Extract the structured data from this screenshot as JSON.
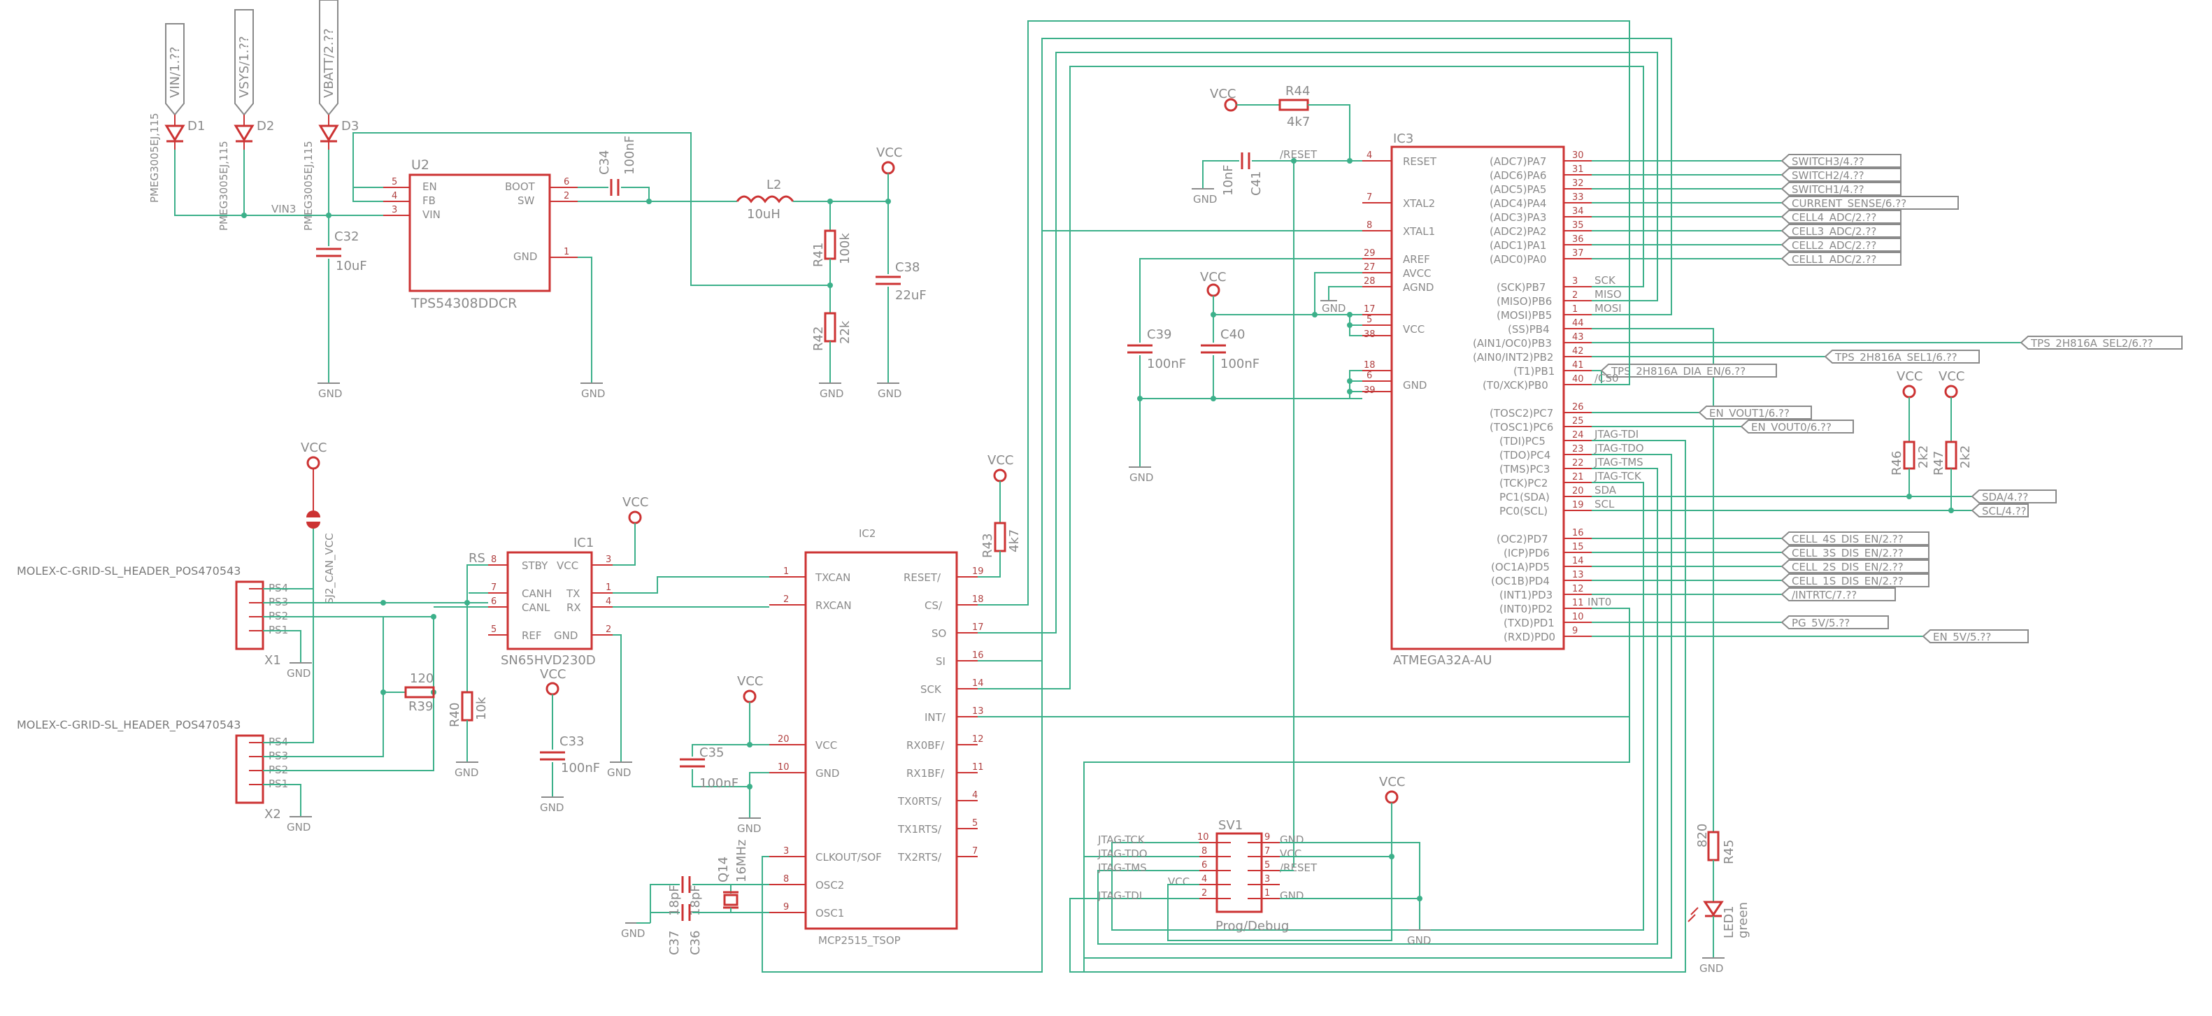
{
  "colors": {
    "wire": "#3cb08a",
    "symbol": "#cc3333",
    "text": "#8a8a8a",
    "background": "#ffffff"
  },
  "labels": {
    "vin": "VIN/1.??",
    "vsys": "VSYS/1.??",
    "vbatt": "VBATT/2.??",
    "vin3": "VIN3",
    "d1": "D1",
    "d2": "D2",
    "d3": "D3",
    "diode_part": "PMEG3005EJ,115",
    "u2": "U2",
    "u2_part": "TPS54308DDCR",
    "u2_en": "EN",
    "u2_fb": "FB",
    "u2_vin": "VIN",
    "u2_boot": "BOOT",
    "u2_sw": "SW",
    "u2_gnd": "GND",
    "p5": "5",
    "p4": "4",
    "p3": "3",
    "p6": "6",
    "p2": "2",
    "p1": "1",
    "c32": "C32",
    "c32v": "10uF",
    "c34": "C34",
    "c34v": "100nF",
    "l2": "L2",
    "l2v": "10uH",
    "r41": "R41",
    "r41v": "100k",
    "r42": "R42",
    "r42v": "22k",
    "c38": "C38",
    "c38v": "22uF",
    "vcc": "VCC",
    "gnd": "GND",
    "ic3": "IC3",
    "ic3_part": "ATMEGA32A-AU",
    "reset": "RESET",
    "xtal2": "XTAL2",
    "xtal1": "XTAL1",
    "aref": "AREF",
    "avcc": "AVCC",
    "agnd": "AGND",
    "r44": "R44",
    "r44v": "4k7",
    "c41": "C41",
    "c41v": "10nF",
    "reset_net": "/RESET",
    "c39": "C39",
    "c39v": "100nF",
    "c40": "C40",
    "c40v": "100nF",
    "pa7": "(ADC7)PA7",
    "pa6": "(ADC6)PA6",
    "pa5": "(ADC5)PA5",
    "pa4": "(ADC4)PA4",
    "pa3": "(ADC3)PA3",
    "pa2": "(ADC2)PA2",
    "pa1": "(ADC1)PA1",
    "pa0": "(ADC0)PA0",
    "pb7": "(SCK)PB7",
    "pb6": "(MISO)PB6",
    "pb5": "(MOSI)PB5",
    "pb4": "(SS)PB4",
    "pb3": "(AIN1/OC0)PB3",
    "pb2": "(AIN0/INT2)PB2",
    "pb1": "(T1)PB1",
    "pb0": "(T0/XCK)PB0",
    "pc7": "(TOSC2)PC7",
    "pc6": "(TOSC1)PC6",
    "pc5": "(TDI)PC5",
    "pc4": "(TDO)PC4",
    "pc3": "(TMS)PC3",
    "pc2": "(TCK)PC2",
    "pc1": "PC1(SDA)",
    "pc0": "PC0(SCL)",
    "pd7": "(OC2)PD7",
    "pd6": "(ICP)PD6",
    "pd5": "(OC1A)PD5",
    "pd4": "(OC1B)PD4",
    "pd3": "(INT1)PD3",
    "pd2": "(INT0)PD2",
    "pd1": "(TXD)PD1",
    "pd0": "(RXD)PD0",
    "switch3": "SWITCH3/4.??",
    "switch2": "SWITCH2/4.??",
    "switch1": "SWITCH1/4.??",
    "current_sense": "CURRENT_SENSE/6.??",
    "cell4": "CELL4_ADC/2.??",
    "cell3": "CELL3_ADC/2.??",
    "cell2": "CELL2_ADC/2.??",
    "cell1": "CELL1_ADC/2.??",
    "sck": "SCK",
    "miso": "MISO",
    "mosi": "MOSI",
    "tps_sel2": "TPS_2H816A_SEL2/6.??",
    "tps_sel1": "TPS_2H816A_SEL1/6.??",
    "tps_dia": "TPS_2H816A_DIA_EN/6.??",
    "cs0": "/CS0",
    "en_vout1": "EN_VOUT1/6.??",
    "en_vout0": "EN_VOUT0/6.??",
    "jtag_tdi": "JTAG-TDI",
    "jtag_tdo": "JTAG-TDO",
    "jtag_tms": "JTAG-TMS",
    "jtag_tck": "JTAG-TCK",
    "sda_net": "SDA",
    "scl_net": "SCL",
    "sda": "SDA/4.??",
    "scl": "SCL/4.??",
    "r46": "R46",
    "r46v": "2k2",
    "r47": "R47",
    "r47v": "2k2",
    "cell4s": "CELL_4S_DIS_EN/2.??",
    "cell3s": "CELL_3S_DIS_EN/2.??",
    "cell2s": "CELL_2S_DIS_EN/2.??",
    "cell1s": "CELL_1S_DIS_EN/2.??",
    "intrtc": "/INTRTC/7.??",
    "int0": "INT0",
    "pg5v": "PG_5V/5.??",
    "en5v": "EN_5V/5.??",
    "molex": "MOLEX-C-GRID-SL_HEADER_POS470543",
    "x1": "X1",
    "x2": "X2",
    "p_s4": "PS4",
    "p_s3": "PS3",
    "p_s2": "PS2",
    "p_s1": "PS1",
    "sj2": "SJ2_CAN_VCC",
    "ic1": "IC1",
    "ic1_part": "SN65HVD230D",
    "rs": "RS",
    "stby": "STBY",
    "ic1_vcc": "VCC",
    "canh": "CANH",
    "canl": "CANL",
    "tx": "TX",
    "rx": "RX",
    "ref": "REF",
    "r39": "R39",
    "r39v": "120",
    "r40": "R40",
    "r40v": "10k",
    "c33": "C33",
    "c33v": "100nF",
    "ic2": "IC2",
    "ic2_part": "MCP2515_TSOP",
    "txcan": "TXCAN",
    "rxcan": "RXCAN",
    "mcp_vcc": "VCC",
    "mcp_gnd": "GND",
    "clkout": "CLKOUT/SOF",
    "osc2": "OSC2",
    "osc1": "OSC1",
    "mcp_reset": "RESET/",
    "mcp_cs": "CS/",
    "mcp_so": "SO",
    "mcp_si": "SI",
    "mcp_sck": "SCK",
    "mcp_int": "INT/",
    "rx0bf": "RX0BF/",
    "rx1bf": "RX1BF/",
    "tx0rts": "TX0RTS/",
    "tx1rts": "TX1RTS/",
    "tx2rts": "TX2RTS/",
    "r43": "R43",
    "r43v": "4k7",
    "c35": "C35",
    "c35v": "100nF",
    "c37": "C37",
    "c37v": "18pF",
    "c36": "C36",
    "c36v": "18pF",
    "q14": "Q14",
    "q14v": "16MHz",
    "sv1": "SV1",
    "sv1_part": "Prog/Debug",
    "sv_gnd": "GND",
    "sv_vcc": "VCC",
    "sv_reset": "/RESET",
    "r45": "R45",
    "r45v": "820",
    "led1": "LED1",
    "led1v": "green"
  }
}
